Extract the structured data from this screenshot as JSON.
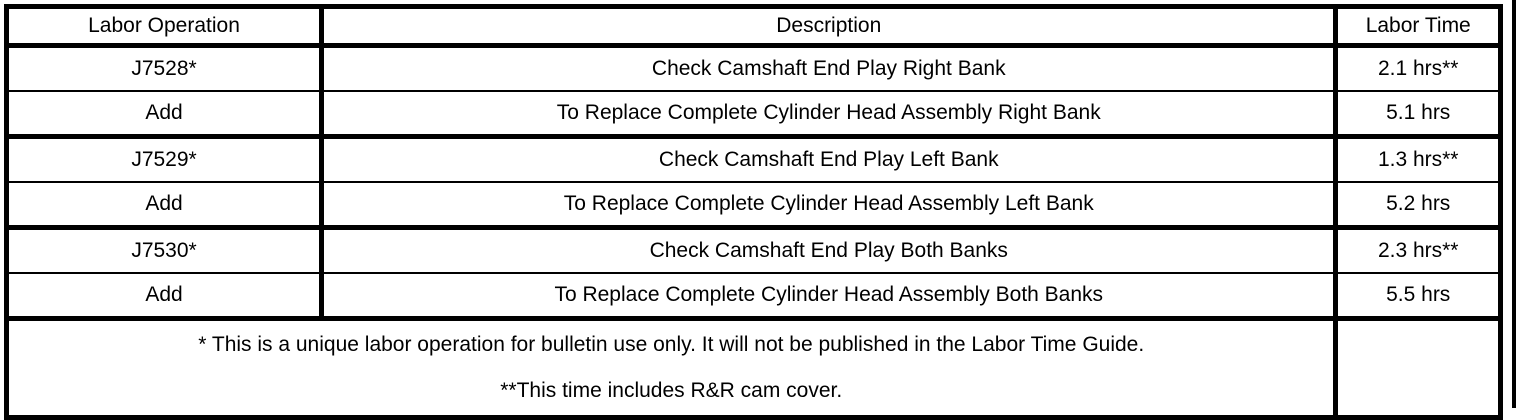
{
  "table": {
    "columns": [
      {
        "key": "labor_operation",
        "label": "Labor Operation"
      },
      {
        "key": "description",
        "label": "Description"
      },
      {
        "key": "labor_time",
        "label": "Labor Time"
      }
    ],
    "rows": [
      {
        "labor_operation": "J7528*",
        "description": "Check Camshaft End Play Right Bank",
        "labor_time": "2.1 hrs**"
      },
      {
        "labor_operation": "Add",
        "description": "To Replace Complete Cylinder Head Assembly Right Bank",
        "labor_time": "5.1 hrs"
      },
      {
        "labor_operation": "J7529*",
        "description": "Check Camshaft End Play Left Bank",
        "labor_time": "1.3 hrs**"
      },
      {
        "labor_operation": "Add",
        "description": "To Replace Complete Cylinder Head Assembly Left Bank",
        "labor_time": "5.2 hrs"
      },
      {
        "labor_operation": "J7530*",
        "description": "Check Camshaft End Play Both Banks",
        "labor_time": "2.3 hrs**"
      },
      {
        "labor_operation": "Add",
        "description": "To Replace Complete Cylinder Head Assembly Both Banks",
        "labor_time": "5.5 hrs"
      }
    ],
    "footnotes": {
      "line1": "* This is a unique labor operation for bulletin use only. It will not be published in the Labor Time Guide.",
      "line2": "**This time includes R&R cam cover.",
      "labor_time_cell": ""
    }
  },
  "colors": {
    "border": "#000000",
    "text": "#000000",
    "background": "#ffffff"
  }
}
